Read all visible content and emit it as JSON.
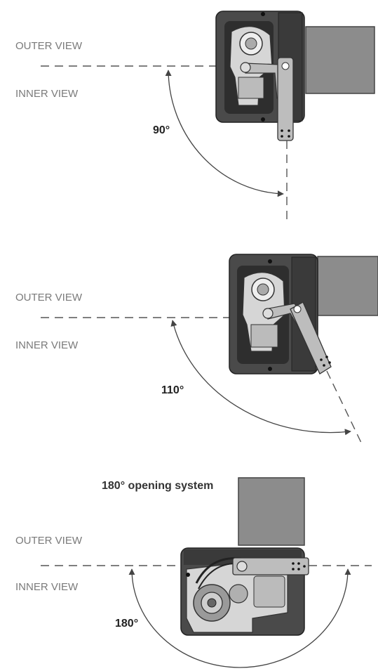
{
  "diagrams": [
    {
      "outer_label": "OUTER VIEW",
      "inner_label": "INNER VIEW",
      "angle_label": "90°"
    },
    {
      "outer_label": "OUTER VIEW",
      "inner_label": "INNER VIEW",
      "angle_label": "110°"
    },
    {
      "outer_label": "OUTER VIEW",
      "inner_label": "INNER VIEW",
      "angle_label": "180°",
      "system_label": "180° opening system"
    }
  ],
  "colors": {
    "housing": "#4a4a4a",
    "housing_dark": "#2e2e2e",
    "cover": "#d6d6d6",
    "gate": "#8c8c8c",
    "arm": "#bdbdbd",
    "dashed": "#555555",
    "arc": "#444444"
  }
}
